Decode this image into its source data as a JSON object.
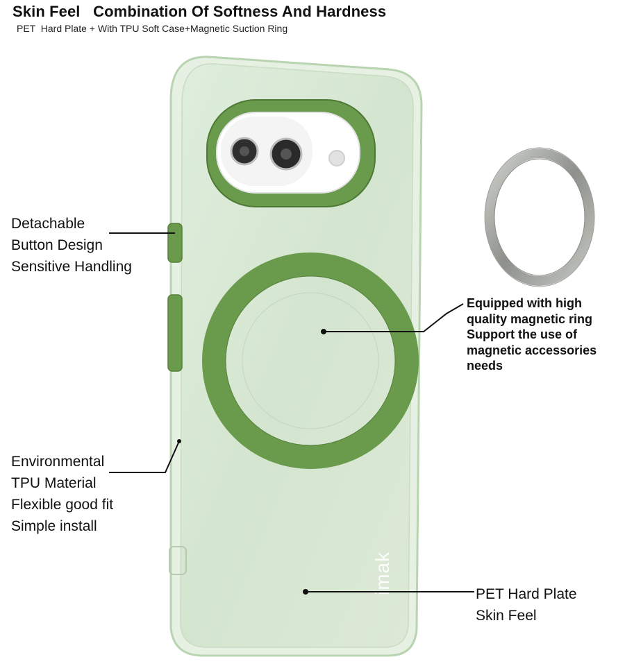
{
  "header": {
    "title": "Skin Feel   Combination Of Softness And Hardness",
    "subtitle": "PET  Hard Plate + With TPU Soft Case+Magnetic Suction Ring"
  },
  "callouts": {
    "button": [
      "Detachable",
      "Button Design",
      "Sensitive Handling"
    ],
    "tpu": [
      "Environmental",
      "TPU Material",
      "Flexible good fit",
      "Simple install"
    ],
    "magnet": [
      "Equipped with high",
      "quality magnetic ring",
      "Support the use of",
      "magnetic accessories",
      "needs"
    ],
    "pet": [
      "PET Hard Plate",
      "Skin Feel"
    ]
  },
  "product": {
    "brand_mark": "imak",
    "case_color": "#d8e8d2",
    "accent_color": "#6a9a4c",
    "ring_color": "#a8aaa6"
  }
}
